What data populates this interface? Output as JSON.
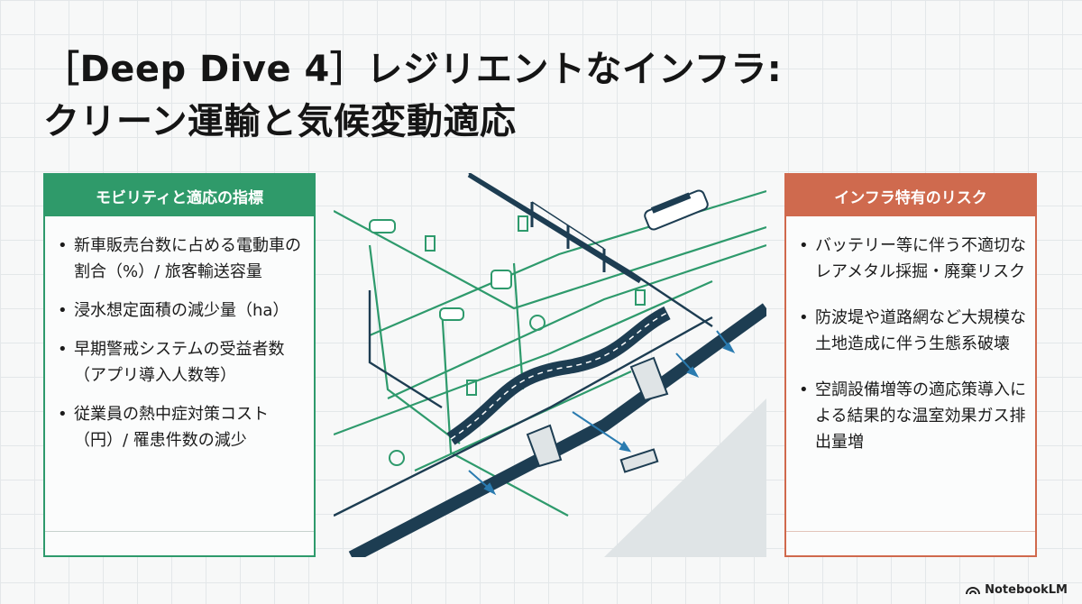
{
  "title": {
    "line1": "［Deep Dive 4］レジリエントなインフラ:",
    "line2": "クリーン運輸と気候変動適応"
  },
  "left_panel": {
    "heading": "モビリティと適応の指標",
    "items": [
      "新車販売台数に占める電動車の割合（%）/ 旅客輸送容量",
      "浸水想定面積の減少量（ha）",
      "早期警戒システムの受益者数（アプリ導入人数等）",
      "従業員の熱中症対策コスト（円）/ 罹患件数の減少"
    ]
  },
  "right_panel": {
    "heading": "インフラ特有のリスク",
    "items": [
      "バッテリー等に伴う不適切なレアメタル採掘・廃棄リスク",
      "防波堤や道路網など大規模な土地造成に伴う生態系破壊",
      "空調設備増等の適応策導入による結果的な温室効果ガス排出量増"
    ]
  },
  "illustration": {
    "icons": [
      "bridge-icon",
      "train-icon",
      "car-icon",
      "bus-icon",
      "ev-charger-icon",
      "seawall-icon",
      "levee-icon",
      "flood-arrow-icon"
    ],
    "colors": {
      "green": "#2e9a6c",
      "navy": "#1d3d52",
      "water": "#2a7bb0"
    }
  },
  "brand": {
    "label": "NotebookLM"
  }
}
